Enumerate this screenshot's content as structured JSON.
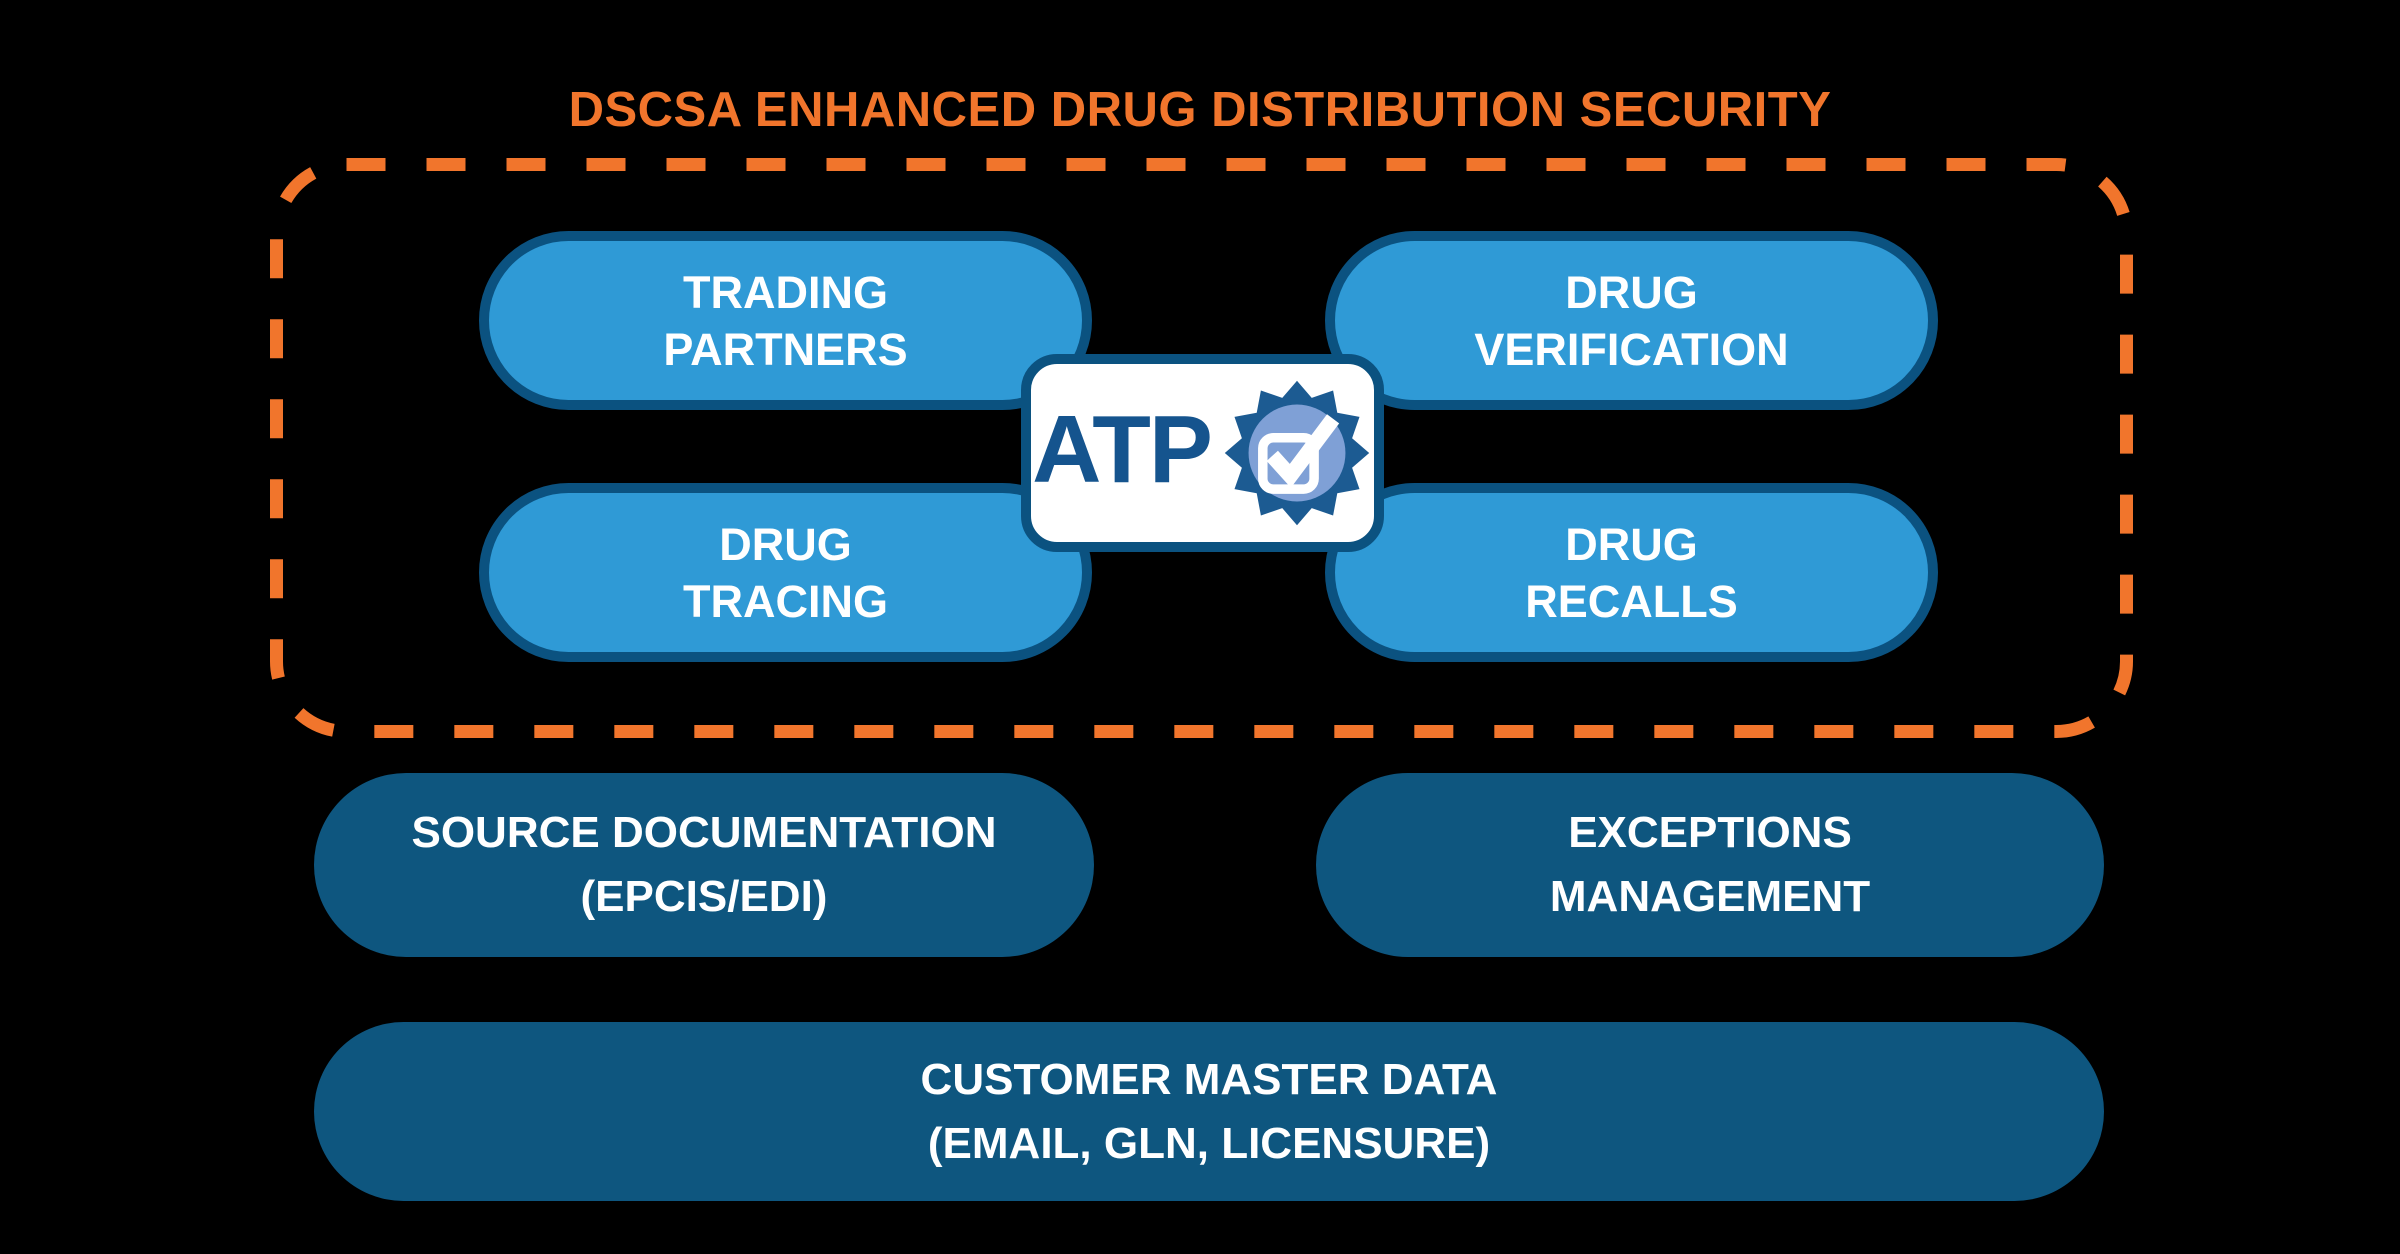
{
  "title": {
    "text": "DSCSA ENHANCED DRUG DISTRIBUTION SECURITY"
  },
  "boundary": {
    "style": "dashed",
    "color": "#F1752C"
  },
  "inner_boxes": [
    {
      "id": "trading-partners",
      "line1": "TRADING",
      "line2": "PARTNERS"
    },
    {
      "id": "drug-verification",
      "line1": "DRUG",
      "line2": "VERIFICATION"
    },
    {
      "id": "drug-tracing",
      "line1": "DRUG",
      "line2": "TRACING"
    },
    {
      "id": "drug-recalls",
      "line1": "DRUG",
      "line2": "RECALLS"
    }
  ],
  "atp": {
    "label": "ATP",
    "icon": "checkmark-seal-icon"
  },
  "outer_boxes": [
    {
      "id": "source-documentation",
      "line1": "SOURCE DOCUMENTATION",
      "line2": "(EPCIS/EDI)"
    },
    {
      "id": "exceptions-management",
      "line1": "EXCEPTIONS",
      "line2": "MANAGEMENT"
    },
    {
      "id": "customer-master-data",
      "line1": "CUSTOMER MASTER DATA",
      "line2": "(EMAIL, GLN, LICENSURE)"
    }
  ],
  "colors": {
    "background": "#000000",
    "title_orange": "#F1752C",
    "dashed_border": "#F1752C",
    "inner_box_fill": "#2F9AD6",
    "box_border_navy": "#0B5280",
    "outer_box_fill": "#0E567F",
    "atp_text": "#15548E",
    "badge_seal": "#1C5B92",
    "badge_circle": "#7FA0D6",
    "label_text": "#FFFFFF"
  }
}
